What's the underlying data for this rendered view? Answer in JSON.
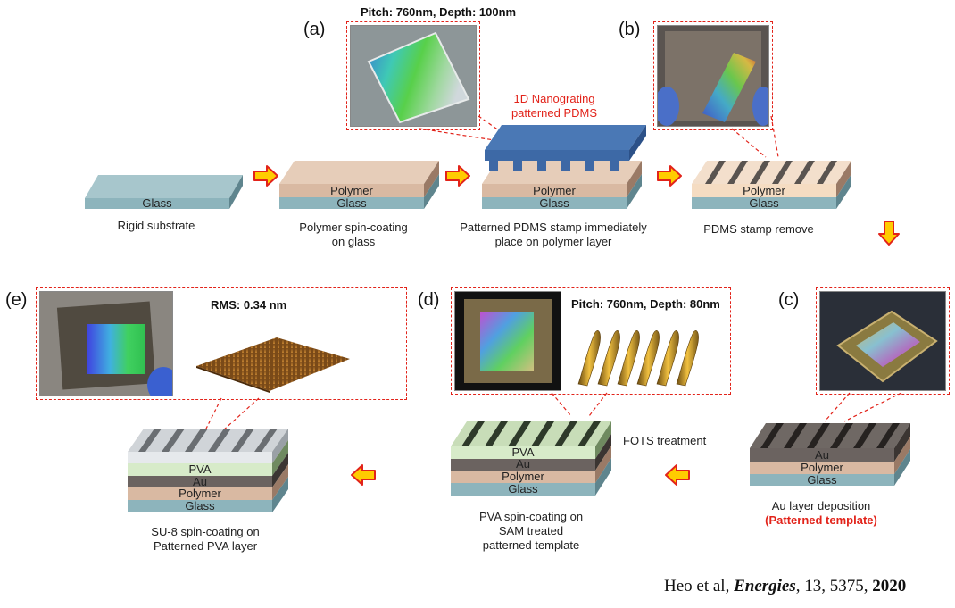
{
  "panels": {
    "a": "(a)",
    "b": "(b)",
    "c": "(c)",
    "d": "(d)",
    "e": "(e)"
  },
  "headers": {
    "a_pitch": "Pitch: 760nm, Depth: 100nm",
    "d_pitch": "Pitch: 760nm, Depth: 80nm",
    "e_rms": "RMS: 0.34 nm",
    "pdms_label_1": "1D Nanograting",
    "pdms_label_2": "patterned PDMS"
  },
  "layers": {
    "glass": "Glass",
    "polymer": "Polymer",
    "au": "Au",
    "pva": "PVA"
  },
  "steps": {
    "s1": "Rigid substrate",
    "s2_1": "Polymer spin-coating",
    "s2_2": "on glass",
    "s3_1": "Patterned PDMS stamp immediately",
    "s3_2": "place on polymer layer",
    "s4": "PDMS stamp remove",
    "s5_1": "Au layer deposition",
    "s5_2": "(Patterned template)",
    "fots": "FOTS treatment",
    "s6_1": "PVA spin-coating on",
    "s6_2": "SAM treated",
    "s6_3": "patterned template",
    "s7_1": "SU-8 spin-coating on",
    "s7_2": "Patterned PVA layer"
  },
  "citation": {
    "authors": "Heo et al, ",
    "journal": "Energies",
    "volume": ", 13, 5375, ",
    "year": "2020"
  },
  "colors": {
    "glass_top": "#a7c6cc",
    "glass_front": "#8db4bc",
    "glass_side": "#5f858e",
    "polymer_top": "#e6cdb9",
    "polymer_front": "#d9b9a2",
    "polymer_side": "#9a7a66",
    "au_front": "#6b6360",
    "pva_front": "#d7ebc9",
    "pdms": "#4a78b5",
    "arrow_fill": "#ffcc00",
    "arrow_stroke": "#e2231a",
    "frame": "#e2231a"
  }
}
